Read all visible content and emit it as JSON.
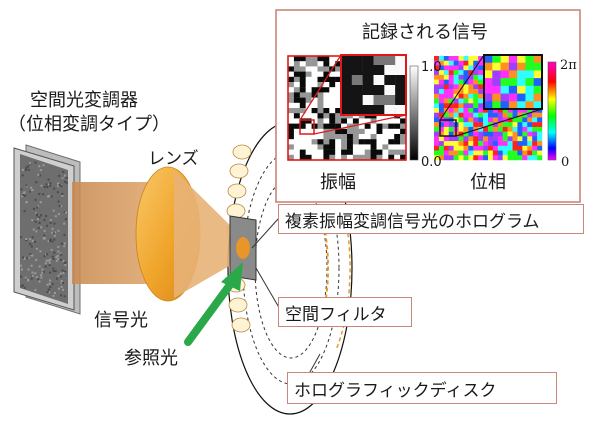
{
  "slm": {
    "line1": "空間光変調器",
    "line2": "（位相変調タイプ）"
  },
  "lens": {
    "label": "レンズ"
  },
  "signal_beam": {
    "label": "信号光"
  },
  "reference_beam": {
    "label": "参照光"
  },
  "inset": {
    "title": "記録される信号",
    "amplitude": {
      "label": "振幅",
      "scale_max": "1.0",
      "scale_min": "0.0"
    },
    "phase": {
      "label": "位相",
      "scale_max": "2π",
      "scale_min": "0"
    }
  },
  "hologram_label": "複素振幅変調信号光のホログラム",
  "spatial_filter_label": "空間フィルタ",
  "disc_label": "ホログラフィックディスク",
  "colors": {
    "slm_face": "#6e6e6e",
    "slm_frame": "#cfcfcf",
    "lens": "#f0a42a",
    "signal_beam": "#c98a52",
    "reference_beam": "#2ba84a",
    "callout_border": "#c9867a",
    "zoom_box_amp": "#e01818",
    "zoom_box_phase": "#111111"
  }
}
